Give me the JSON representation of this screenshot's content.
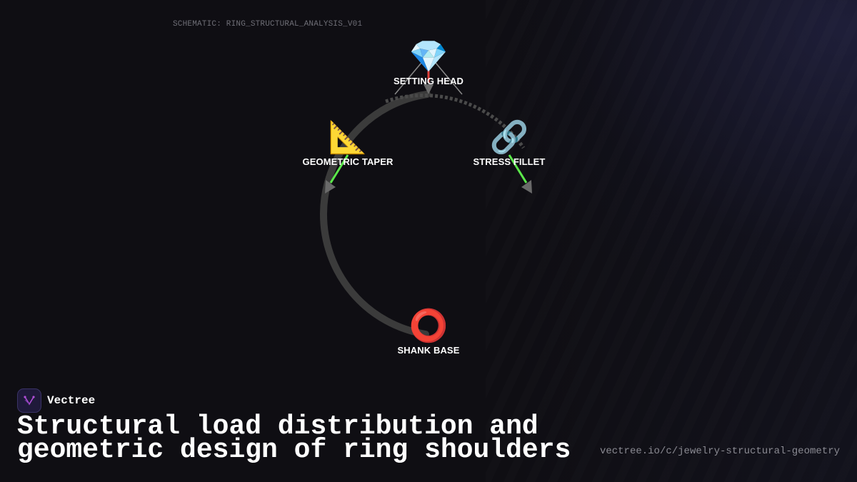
{
  "schematic_id": "SCHEMATIC: RING_STRUCTURAL_ANALYSIS_V01",
  "nodes": {
    "setting_head": {
      "label": "SETTING HEAD",
      "icon": "gem-icon",
      "glyph": "💎"
    },
    "geometric_taper": {
      "label": "GEOMETRIC TAPER",
      "icon": "triangular-ruler-icon",
      "glyph": "📐"
    },
    "stress_fillet": {
      "label": "STRESS FILLET",
      "icon": "link-icon",
      "glyph": "🔗"
    },
    "shank_base": {
      "label": "SHANK BASE",
      "icon": "ring-circle-icon",
      "glyph": "⭕"
    }
  },
  "brand": {
    "name": "Vectree",
    "logo_icon": "vectree-logo-icon"
  },
  "headline": "Structural load distribution and geometric design of ring shoulders",
  "url": "vectree.io/c/jewelry-structural-geometry",
  "colors": {
    "background": "#0f0e13",
    "ring_arc": "#3a3a3a",
    "load_arrow_green": "#5be84a",
    "load_arrow_red": "#e0403a",
    "logo_accent": "#b04fd8"
  }
}
